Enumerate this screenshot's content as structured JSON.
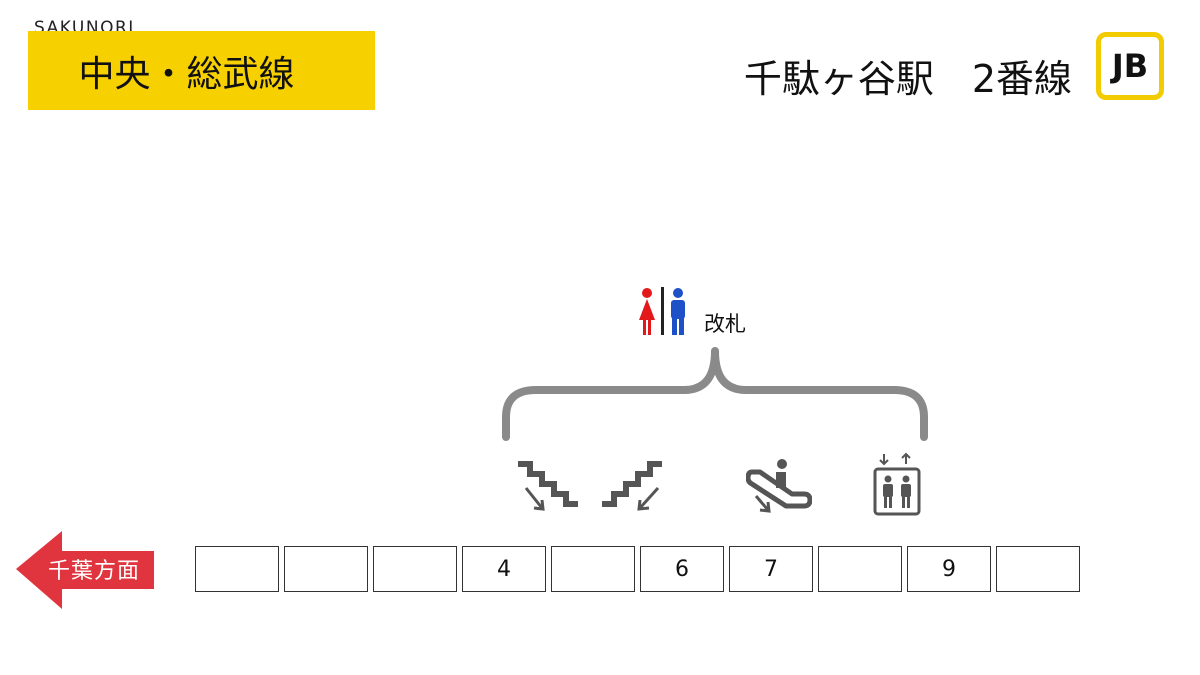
{
  "header": {
    "brand": "SAKUNORI",
    "line_name": "中央・総武線",
    "station": "千駄ヶ谷駅　2番線",
    "line_code": "JB",
    "line_color": "#F7D000"
  },
  "exit": {
    "label": "改札",
    "icons": [
      "toilet-women-icon",
      "toilet-men-icon"
    ]
  },
  "facilities": [
    "stairs-down-icon",
    "stairs-up-icon",
    "escalator-down-icon",
    "elevator-icon"
  ],
  "direction": {
    "label": "千葉方面",
    "color": "#E0353F"
  },
  "cars": [
    {
      "label": ""
    },
    {
      "label": ""
    },
    {
      "label": ""
    },
    {
      "label": "4"
    },
    {
      "label": ""
    },
    {
      "label": "6"
    },
    {
      "label": "7"
    },
    {
      "label": ""
    },
    {
      "label": "9"
    },
    {
      "label": ""
    }
  ]
}
